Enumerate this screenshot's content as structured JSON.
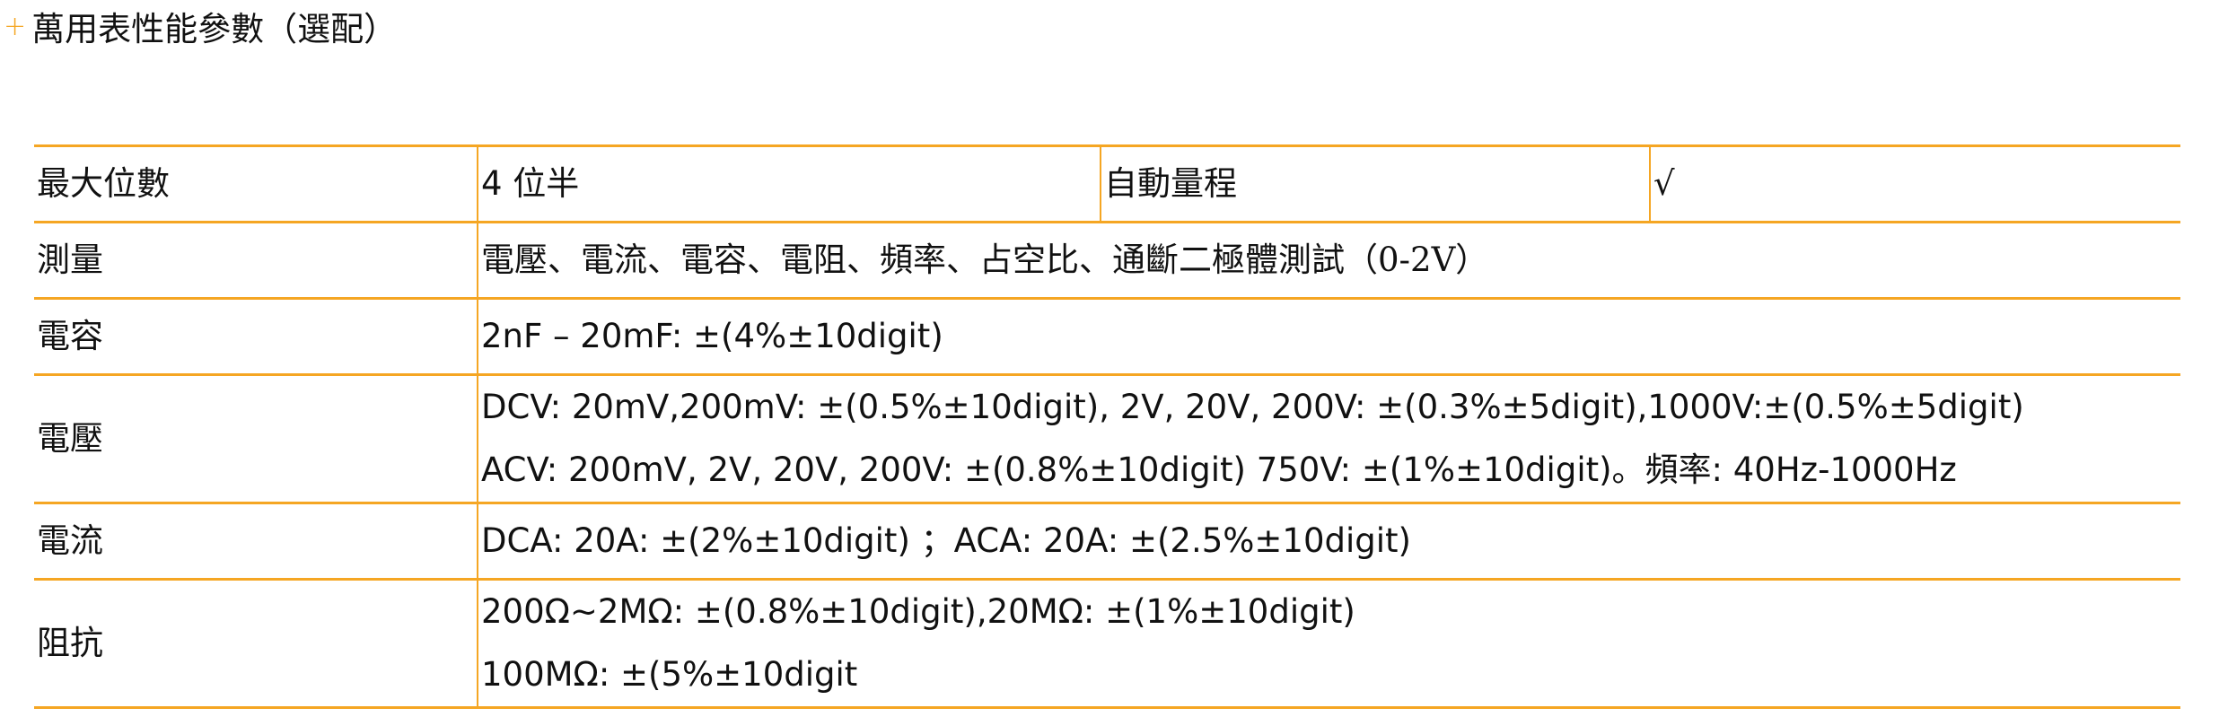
{
  "heading": {
    "marker": "+",
    "title": "萬用表性能參數（選配）"
  },
  "table": {
    "rows": [
      {
        "label": "最大位數",
        "value": "4 位半",
        "extra_label": "自動量程",
        "extra_value": "√"
      },
      {
        "label": "測量",
        "value": "電壓、電流、電容、電阻、頻率、占空比、通斷二極體測試（0-2V）"
      },
      {
        "label": "電容",
        "value": "2nF – 20mF: ±(4%±10digit)"
      },
      {
        "label": "電壓",
        "lines": [
          "DCV: 20mV,200mV: ±(0.5%±10digit), 2V, 20V, 200V: ±(0.3%±5digit),1000V:±(0.5%±5digit)",
          "ACV: 200mV, 2V, 20V, 200V: ±(0.8%±10digit)    750V: ±(1%±10digit)。頻率: 40Hz-1000Hz"
        ]
      },
      {
        "label": "電流",
        "value": "DCA: 20A: ±(2%±10digit)  ；ACA: 20A: ±(2.5%±10digit)"
      },
      {
        "label": "阻抗",
        "lines": [
          "200Ω~2MΩ: ±(0.8%±10digit),20MΩ: ±(1%±10digit)",
          "100MΩ: ±(5%±10digit"
        ]
      }
    ]
  },
  "colors": {
    "rule": "#f5a623",
    "text": "#111111"
  }
}
